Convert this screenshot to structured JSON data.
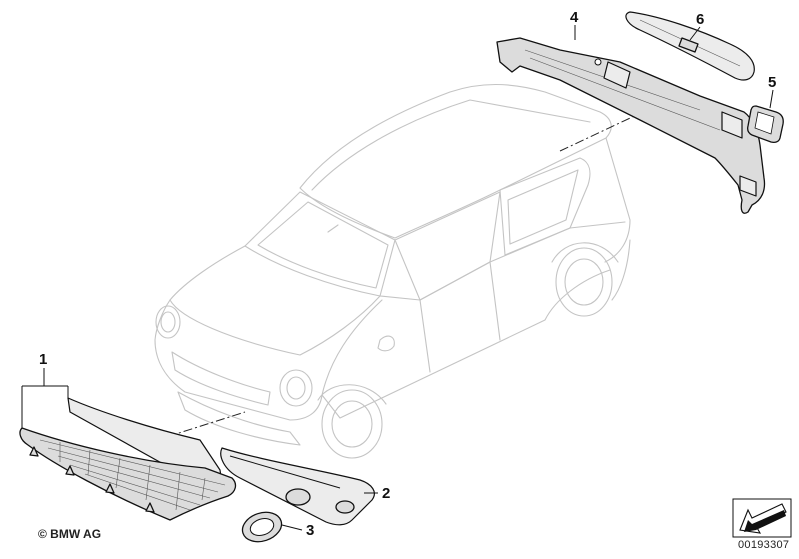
{
  "diagram": {
    "callouts": [
      {
        "id": "1",
        "label": "1"
      },
      {
        "id": "2",
        "label": "2"
      },
      {
        "id": "3",
        "label": "3"
      },
      {
        "id": "4",
        "label": "4"
      },
      {
        "id": "5",
        "label": "5"
      },
      {
        "id": "6",
        "label": "6"
      }
    ],
    "copyright": "© BMW AG",
    "document_number": "00193307"
  }
}
